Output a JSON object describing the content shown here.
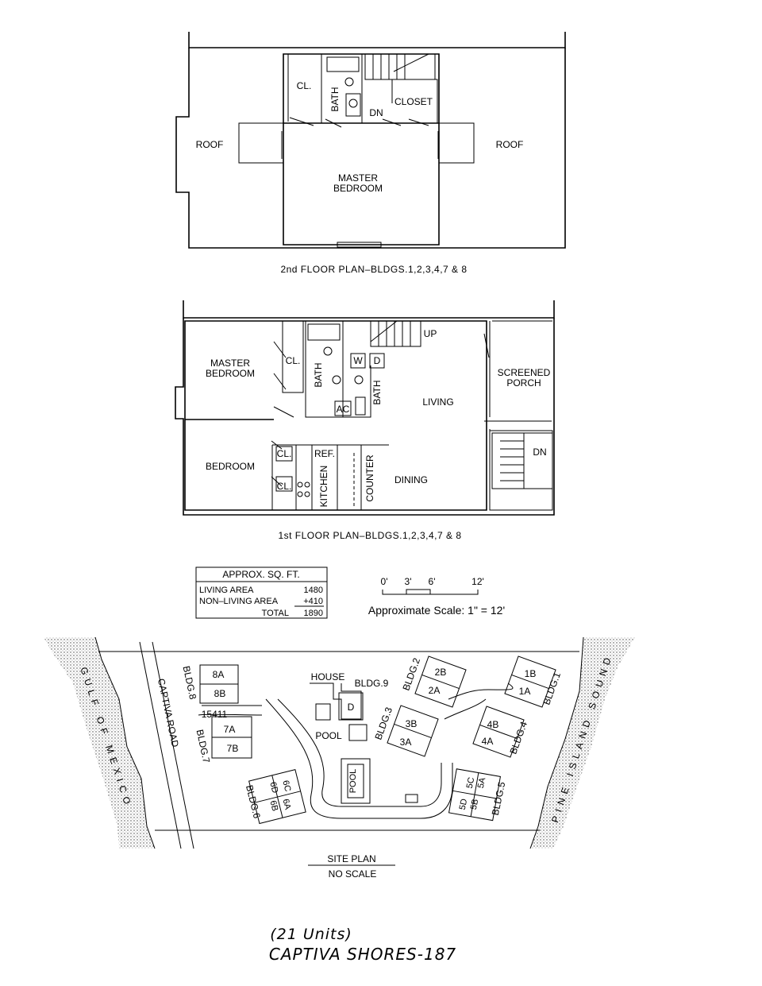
{
  "second_floor": {
    "caption": "2nd FLOOR PLAN–BLDGS.1,2,3,4,7 & 8",
    "rooms": {
      "closet_small": "CL.",
      "bath": "BATH",
      "down": "DN",
      "closet": "CLOSET",
      "roof_left": "ROOF",
      "roof_right": "ROOF",
      "master_bedroom_1": "MASTER",
      "master_bedroom_2": "BEDROOM"
    }
  },
  "first_floor": {
    "caption": "1st FLOOR PLAN–BLDGS.1,2,3,4,7 & 8",
    "rooms": {
      "master_bedroom_1": "MASTER",
      "master_bedroom_2": "BEDROOM",
      "cl_1": "CL.",
      "bath_1": "BATH",
      "washer": "W",
      "dryer": "D",
      "bath_2": "BATH",
      "ac": "AC",
      "up": "UP",
      "living": "LIVING",
      "screened_1": "SCREENED",
      "screened_2": "PORCH",
      "bedroom": "BEDROOM",
      "cl_2": "CL.",
      "ref": "REF.",
      "cl_3": "CL.",
      "kitchen": "KITCHEN",
      "counter": "COUNTER",
      "dining": "DINING",
      "down": "DN"
    }
  },
  "area_table": {
    "header": "APPROX. SQ. FT.",
    "rows": [
      {
        "label": "LIVING AREA",
        "value": "1480"
      },
      {
        "label": "NON–LIVING AREA",
        "value": "+410"
      },
      {
        "label": "TOTAL",
        "value": "1890"
      }
    ]
  },
  "scale": {
    "ticks": [
      "0'",
      "3'",
      "6'",
      "12'"
    ],
    "text": "Approximate Scale: 1\" = 12'"
  },
  "site_plan": {
    "gulf": "GULF OF MEXICO",
    "sound": "PINE ISLAND SOUND",
    "road": "CAPTIVA ROAD",
    "road_number": "15411",
    "house": "HOUSE",
    "pool_label": "POOL",
    "pool_in_basin": "POOL",
    "house_unit": "D",
    "buildings": [
      {
        "name": "BLDG.8",
        "units": [
          "8A",
          "8B"
        ]
      },
      {
        "name": "BLDG.7",
        "units": [
          "7A",
          "7B"
        ]
      },
      {
        "name": "BLDG.6",
        "units": [
          "6D",
          "6B",
          "6C",
          "6A"
        ]
      },
      {
        "name": "BLDG.9",
        "units": []
      },
      {
        "name": "BLDG.2",
        "units": [
          "2B",
          "2A"
        ]
      },
      {
        "name": "BLDG.3",
        "units": [
          "3B",
          "3A"
        ]
      },
      {
        "name": "BLDG.1",
        "units": [
          "1B",
          "1A"
        ]
      },
      {
        "name": "BLDG.4",
        "units": [
          "4B",
          "4A"
        ]
      },
      {
        "name": "BLDG.5",
        "units": [
          "5C",
          "5A",
          "5D",
          "5B"
        ]
      }
    ],
    "caption": "SITE PLAN",
    "subcaption": "NO SCALE"
  },
  "footer": {
    "units": "(21 Units)",
    "title": "CAPTIVA SHORES-187"
  }
}
